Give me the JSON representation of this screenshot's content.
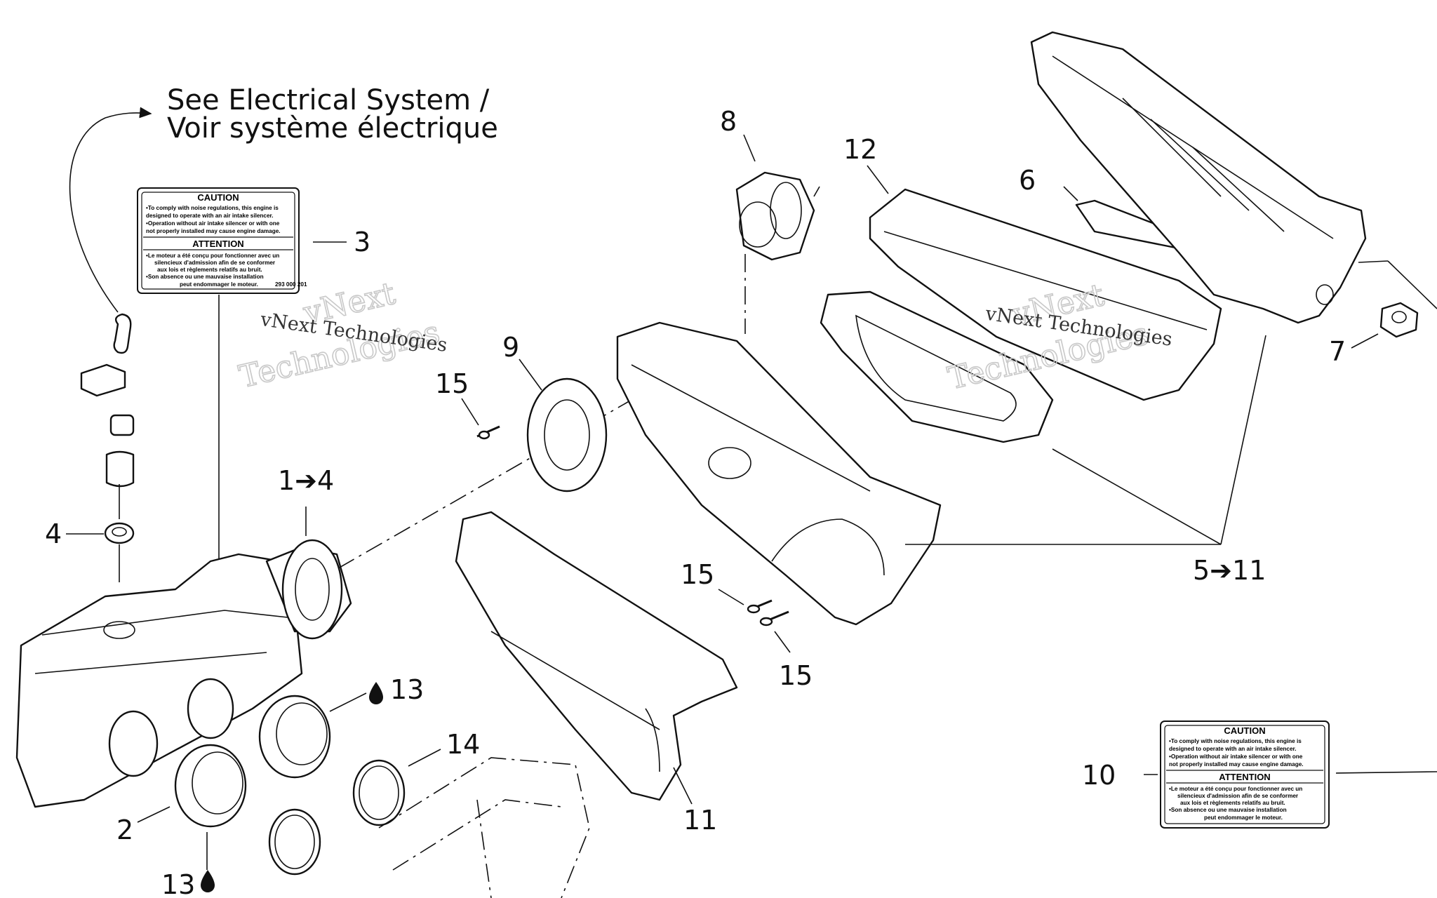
{
  "note": {
    "line1": "See Electrical System /",
    "line2": "Voir système électrique"
  },
  "callouts": {
    "c1_4": "1➔4",
    "c2": "2",
    "c3": "3",
    "c4": "4",
    "c5_11": "5➔11",
    "c6": "6",
    "c7": "7",
    "c8": "8",
    "c9": "9",
    "c10": "10",
    "c11": "11",
    "c12": "12",
    "c13_top": "13",
    "c13_bottom": "13",
    "c14": "14",
    "c15_a": "15",
    "c15_b": "15",
    "c15_c": "15"
  },
  "label_decal": {
    "caution_title": "CAUTION",
    "caution_lines": [
      "•To comply with noise regulations, this engine is",
      "designed to operate with an air intake silencer.",
      "•Operation without air intake silencer or with one",
      "not properly installed may cause engine damage."
    ],
    "attention_title": "ATTENTION",
    "attention_lines": [
      "•Le moteur a été conçu pour fonctionner avec un",
      "silencieux d'admission afin de se conformer",
      "aux lois et règlements relatifs au bruit.",
      "•Son absence ou une mauvaise installation",
      "peut endommager le moteur."
    ],
    "part_code": "293 000 201"
  },
  "watermarks": {
    "outline_line1": "vNext",
    "outline_line2": "Technologies",
    "small": "vNext Technologies"
  },
  "icons": {
    "oil_drop": "oil-drop-icon",
    "arrow": "arrow-right-icon"
  }
}
